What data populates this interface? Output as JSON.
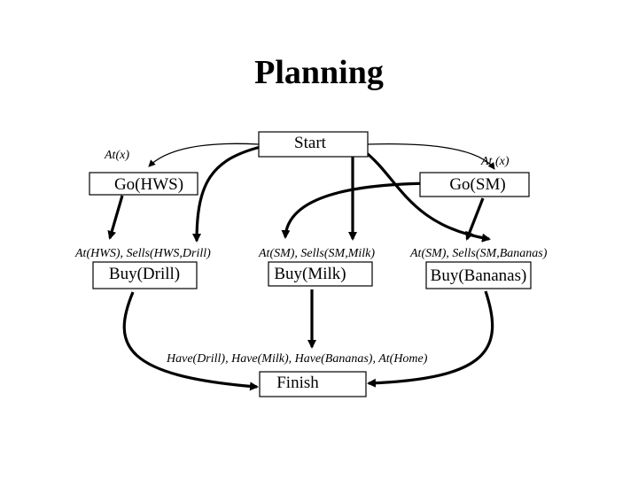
{
  "title": "Planning",
  "nodes": {
    "start": "Start",
    "go_hws": "Go(HWS)",
    "go_sm": "Go(SM)",
    "buy_drill": "Buy(Drill)",
    "buy_milk": "Buy(Milk)",
    "buy_bananas": "Buy(Bananas)",
    "finish": "Finish"
  },
  "conditions": {
    "go_hws_pre": "At(x)",
    "go_sm_pre": "At (x)",
    "buy_drill_pre": "At(HWS), Sells(HWS,Drill)",
    "buy_milk_pre": "At(SM), Sells(SM,Milk)",
    "buy_bananas_pre": "At(SM), Sells(SM,Bananas)",
    "finish_pre": "Have(Drill), Have(Milk), Have(Bananas), At(Home)"
  },
  "colors": {
    "stroke": "#000000",
    "background": "#ffffff"
  }
}
